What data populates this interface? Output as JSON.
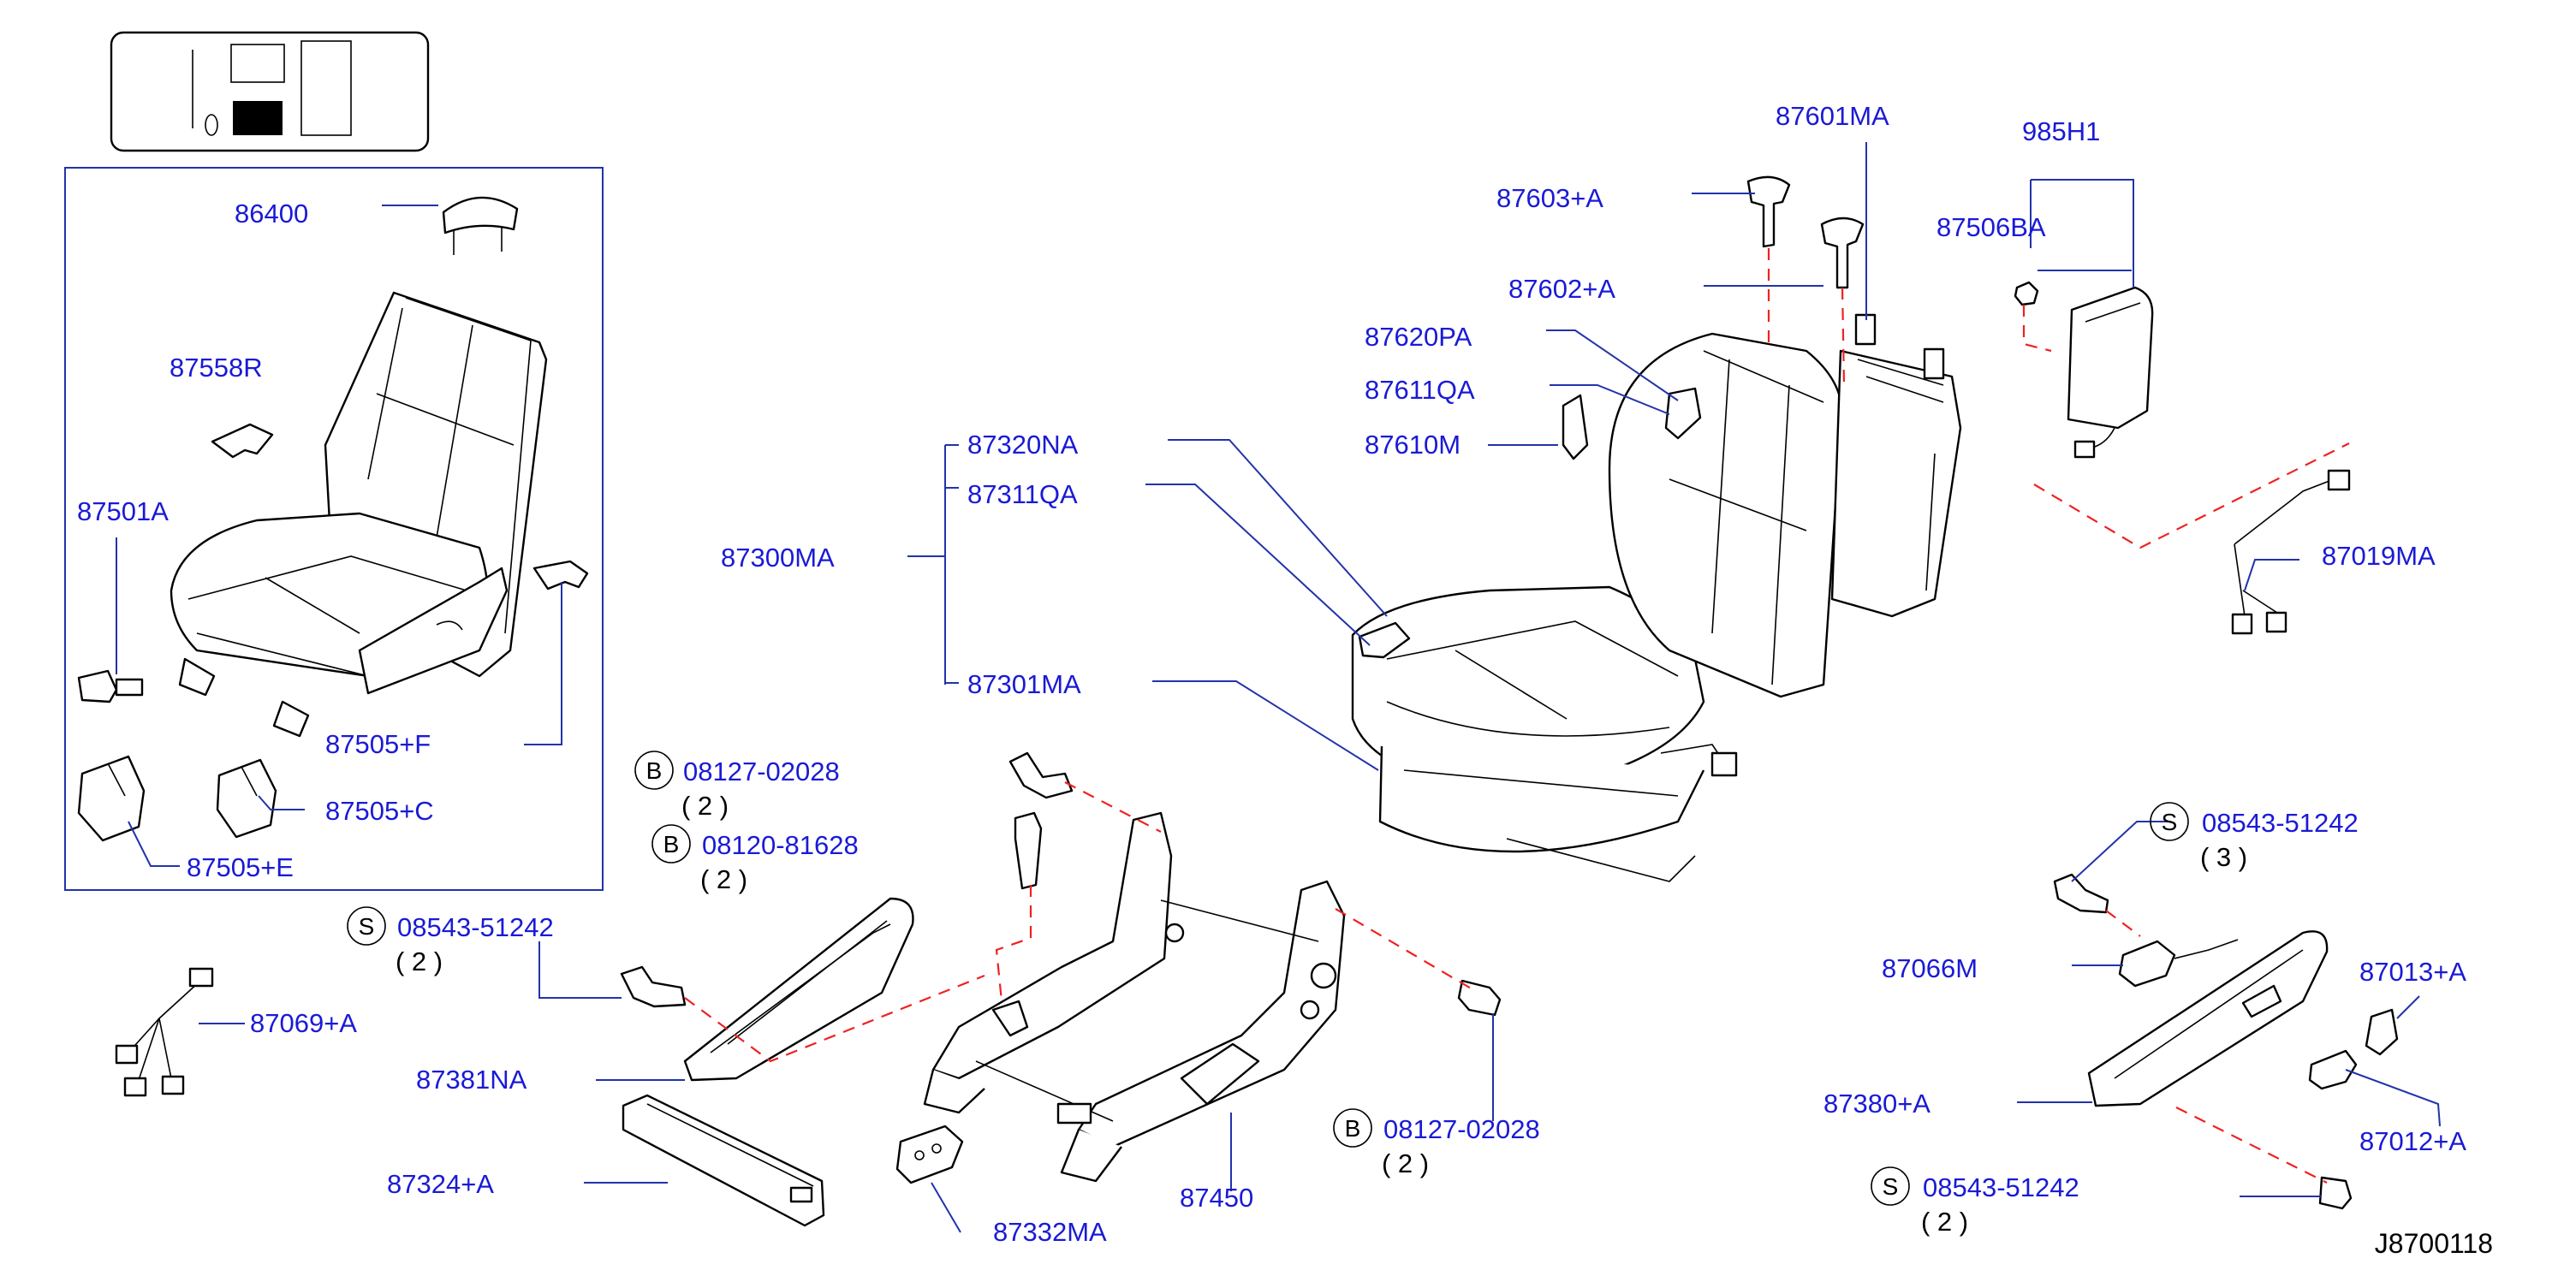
{
  "diagram_id": "J8700118",
  "callouts": {
    "c86400": "86400",
    "c87558R": "87558R",
    "c87501A": "87501A",
    "c87505F": "87505+F",
    "c87505C": "87505+C",
    "c87505E": "87505+E",
    "c87300MA": "87300MA",
    "c87320NA": "87320NA",
    "c87311QA": "87311QA",
    "c87301MA": "87301MA",
    "c87603A": "87603+A",
    "c87602A": "87602+A",
    "c87620PA": "87620PA",
    "c87611QA": "87611QA",
    "c87610M": "87610M",
    "c87601MA": "87601MA",
    "c985H1": "985H1",
    "c87506BA": "87506BA",
    "c87019MA": "87019MA",
    "c87069A": "87069+A",
    "c87381NA": "87381NA",
    "c87324A": "87324+A",
    "c87332MA": "87332MA",
    "c87450": "87450",
    "c87066M": "87066M",
    "c87013A": "87013+A",
    "c87380A": "87380+A",
    "c87012A": "87012+A"
  },
  "fasteners": {
    "b1": {
      "badge": "B",
      "part": "08127-02028",
      "qty": "( 2 )"
    },
    "b2": {
      "badge": "B",
      "part": "08120-81628",
      "qty": "( 2 )"
    },
    "s1": {
      "badge": "S",
      "part": "08543-51242",
      "qty": "( 2 )"
    },
    "b3": {
      "badge": "B",
      "part": "08127-02028",
      "qty": "( 2 )"
    },
    "s2": {
      "badge": "S",
      "part": "08543-51242",
      "qty": "( 3 )"
    },
    "s3": {
      "badge": "S",
      "part": "08543-51242",
      "qty": "( 2 )"
    }
  },
  "colors": {
    "label": "#1a1ad6",
    "leader": "#2233aa",
    "assembly_line": "#ee2222"
  }
}
